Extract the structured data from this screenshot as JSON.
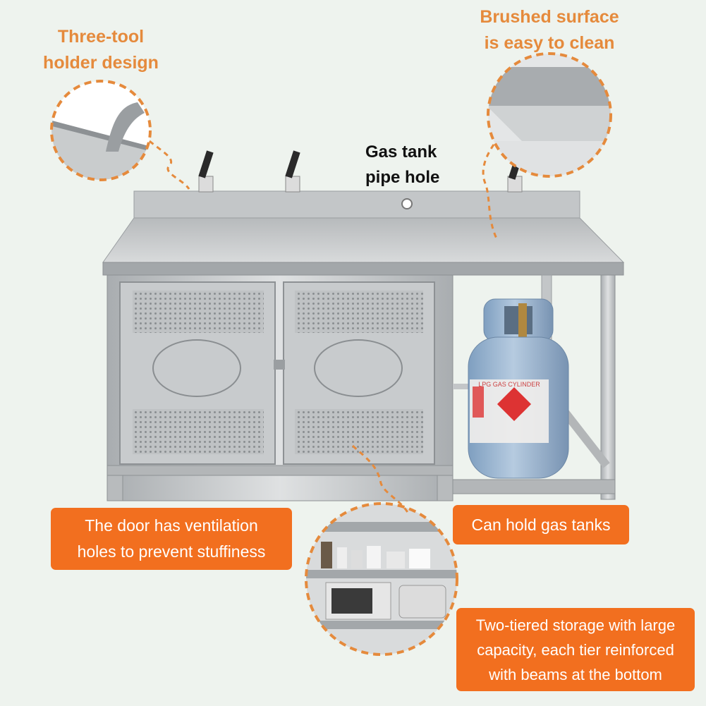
{
  "callouts": {
    "tool_holder": [
      "Three-tool",
      "holder design"
    ],
    "brushed": [
      "Brushed surface",
      "is easy to clean"
    ],
    "pipe_hole": [
      "Gas tank",
      "pipe hole"
    ],
    "door_vent": [
      "The door has ventilation",
      "holes to prevent stuffiness"
    ],
    "gas_tanks": [
      "Can hold gas tanks"
    ],
    "storage": [
      "Two-tiered storage with large",
      "capacity, each tier reinforced",
      "with beams at the bottom"
    ]
  },
  "tank_label": "LPG GAS CYLINDER",
  "colors": {
    "background": "#eef3ee",
    "title_orange": "#e58a3c",
    "badge_orange": "#f26f1f",
    "steel": "#c9ccce",
    "tank_blue": "#9fbad6"
  }
}
